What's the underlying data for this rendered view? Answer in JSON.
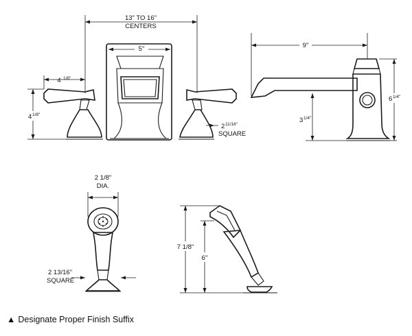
{
  "dimensions": {
    "centers_range": "13\" TO 16\"",
    "centers_word": "CENTERS",
    "spout_width": "5\"",
    "handle_left_width_main": "4",
    "handle_left_width_frac": "1/8\"",
    "handle_height_main": "4",
    "handle_height_frac": "1/8\"",
    "square_size_main": "2",
    "square_size_frac": "11/16\"",
    "square_word": "SQUARE",
    "spout_reach": "9\"",
    "spout_outlet_main": "3",
    "spout_outlet_frac": "1/4\"",
    "spout_height_main": "6",
    "spout_height_frac": "1/4\"",
    "handshower_dia": "2 1/8\"",
    "handshower_dia_word": "DIA.",
    "handshower_square": "2 13/16\"",
    "handshower_square_word": "SQUARE",
    "handshower_total_height": "7 1/8\"",
    "handshower_height": "6\""
  },
  "footnote": {
    "symbol": "▲",
    "text": "Designate Proper Finish Suffix"
  }
}
